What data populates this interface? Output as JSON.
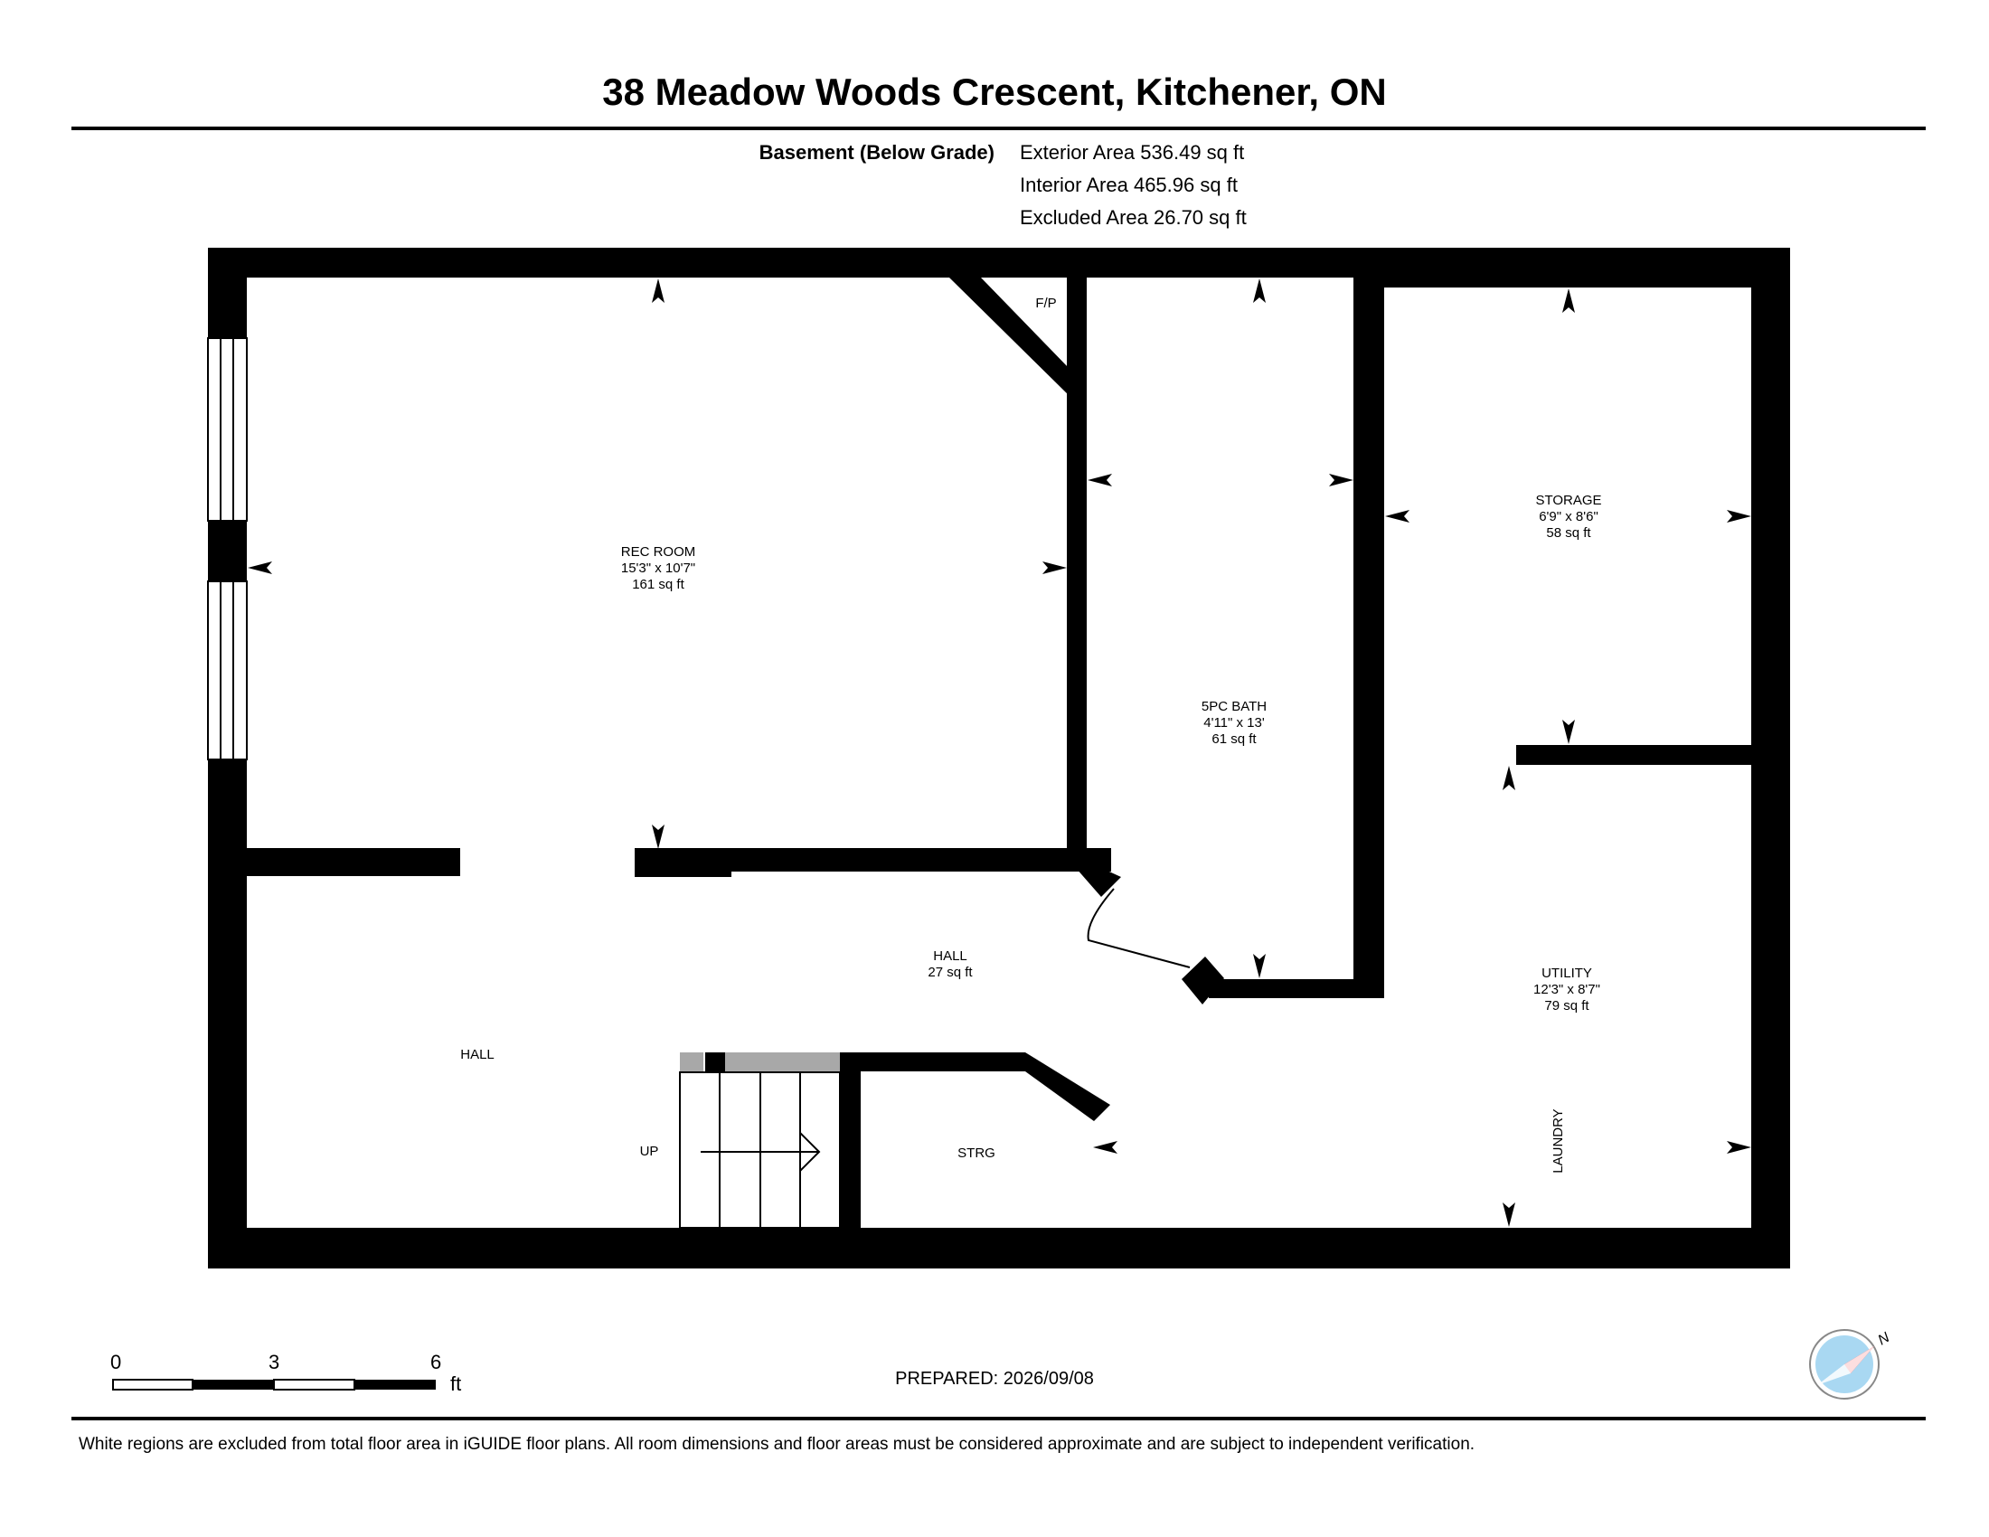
{
  "title": "38 Meadow Woods Crescent, Kitchener, ON",
  "floor": {
    "label": "Basement (Below Grade)",
    "exterior": "Exterior Area 536.49 sq ft",
    "interior": "Interior Area 465.96 sq ft",
    "excluded": "Excluded Area 26.70 sq ft"
  },
  "rooms": {
    "rec_room": {
      "name": "REC ROOM",
      "dims": "15'3\" x 10'7\"",
      "area": "161 sq ft"
    },
    "bath": {
      "name": "5PC BATH",
      "dims": "4'11\" x 13'",
      "area": "61 sq ft"
    },
    "storage": {
      "name": "STORAGE",
      "dims": "6'9\" x 8'6\"",
      "area": "58 sq ft"
    },
    "utility": {
      "name": "UTILITY",
      "dims": "12'3\" x 8'7\"",
      "area": "79 sq ft"
    },
    "hall_center": {
      "name": "HALL",
      "area": "27 sq ft"
    },
    "hall_left": {
      "name": "HALL"
    },
    "strg": {
      "name": "STRG"
    },
    "fp": {
      "name": "F/P"
    },
    "up": {
      "name": "UP"
    },
    "laundry": {
      "name": "LAUNDRY"
    }
  },
  "scale": {
    "t0": "0",
    "t3": "3",
    "t6": "6",
    "unit": "ft"
  },
  "compass": {
    "label": "N",
    "arrow_color": "#e8212a",
    "face_color": "#a9d8f2"
  },
  "prepared": "PREPARED: 2026/09/08",
  "disclaimer": "White regions are excluded from total floor area in iGUIDE floor plans. All room dimensions and floor areas must be considered approximate and are subject to independent verification."
}
